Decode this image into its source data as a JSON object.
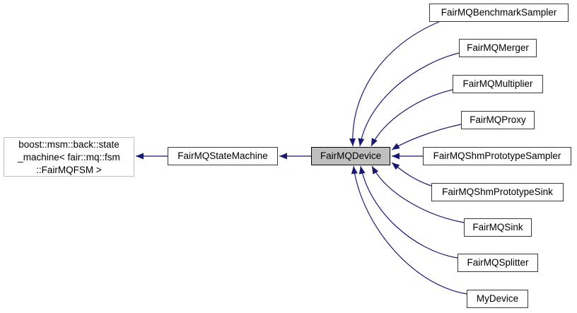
{
  "graph": {
    "kind": "doxygen-inheritance-graph",
    "background_color": "#ffffff",
    "arrow_color": "#191970",
    "highlight_fill": "#bfbfbf",
    "external_border_color": "#c0c0c0",
    "nodes": {
      "external_base": {
        "label": "boost::msm::back::state\n_machine< fair::mq::fsm\n::FairMQFSM >"
      },
      "state_machine": {
        "label": "FairMQStateMachine"
      },
      "device": {
        "label": "FairMQDevice"
      },
      "derived": [
        {
          "label": "FairMQBenchmarkSampler"
        },
        {
          "label": "FairMQMerger"
        },
        {
          "label": "FairMQMultiplier"
        },
        {
          "label": "FairMQProxy"
        },
        {
          "label": "FairMQShmPrototypeSampler"
        },
        {
          "label": "FairMQShmPrototypeSink"
        },
        {
          "label": "FairMQSink"
        },
        {
          "label": "FairMQSplitter"
        },
        {
          "label": "MyDevice"
        }
      ]
    }
  }
}
